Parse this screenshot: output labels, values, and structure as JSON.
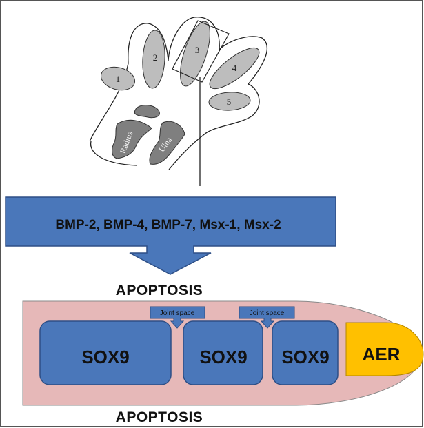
{
  "limb": {
    "digits": [
      "1",
      "2",
      "3",
      "4",
      "5"
    ],
    "bones": {
      "radius": "Radius",
      "ulna": "Ulna"
    }
  },
  "signals": {
    "label": "BMP-2, BMP-4, BMP-7, Msx-1,  Msx-2"
  },
  "apoptosis": {
    "top": "APOPTOSIS",
    "bottom": "APOPTOSIS"
  },
  "limb_bud": {
    "condensations": [
      "SOX9",
      "SOX9",
      "SOX9"
    ],
    "joint_labels": [
      "Joint space",
      "Joint space"
    ],
    "aer_label": "AER"
  },
  "colors": {
    "blue_box": "#4a77ba",
    "blue_border": "#2e4f86",
    "limb_bud_fill": "#e6b8b8",
    "aer_fill": "#ffc000",
    "bone_fill": "#bdbdbd"
  }
}
